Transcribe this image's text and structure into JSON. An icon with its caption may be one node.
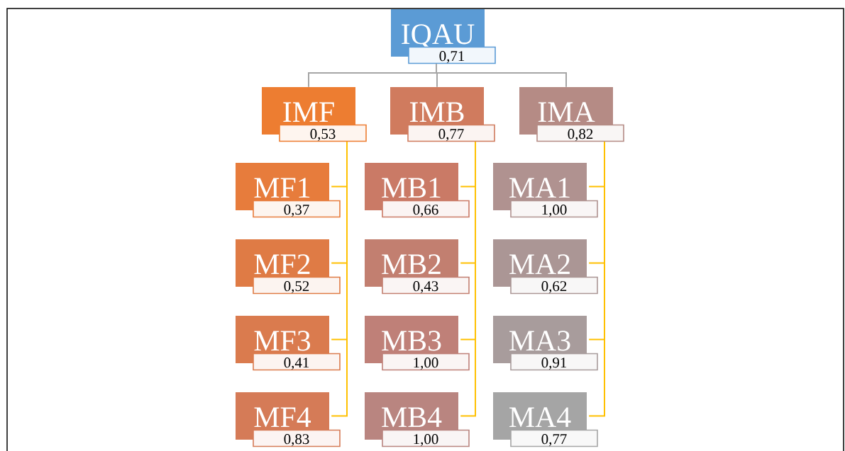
{
  "diagram": {
    "nodes": [
      {
        "text": [
          "IQAU",
          "0,71"
        ]
      },
      {
        "text": [
          "IMF",
          "0,53"
        ]
      },
      {
        "text": [
          "IMB",
          "0,77"
        ]
      },
      {
        "text": [
          "IMA",
          "0,82"
        ]
      },
      {
        "text": [
          "MF1",
          "0,37"
        ]
      },
      {
        "text": [
          "MF2",
          "0,52"
        ]
      },
      {
        "text": [
          "MF3",
          "0,41"
        ]
      },
      {
        "text": [
          "MF4",
          "0,83"
        ]
      },
      {
        "text": [
          "MB1",
          "0,66"
        ]
      },
      {
        "text": [
          "MB2",
          "0,43"
        ]
      },
      {
        "text": [
          "MB3",
          "1,00"
        ]
      },
      {
        "text": [
          "MB4",
          "1,00"
        ]
      },
      {
        "text": [
          "MA1",
          "1,00"
        ]
      },
      {
        "text": [
          "MA2",
          "0,62"
        ]
      },
      {
        "text": [
          "MA3",
          "0,91"
        ]
      },
      {
        "text": [
          "MA4",
          "0,77"
        ]
      }
    ],
    "edges": [
      {
        "from": 0,
        "to": 1,
        "arrow": "none",
        "color": "#a5a5a5"
      },
      {
        "from": 0,
        "to": 2,
        "arrow": "none",
        "color": "#a5a5a5"
      },
      {
        "from": 0,
        "to": 3,
        "arrow": "none",
        "color": "#a5a5a5"
      },
      {
        "from": 1,
        "to": 4,
        "arrow": "none"
      },
      {
        "from": 1,
        "to": 5,
        "arrow": "none"
      },
      {
        "from": 1,
        "to": 6,
        "arrow": "none"
      },
      {
        "from": 1,
        "to": 7,
        "arrow": "none"
      },
      {
        "from": 2,
        "to": 8,
        "arrow": "none"
      },
      {
        "from": 2,
        "to": 9,
        "arrow": "none"
      },
      {
        "from": 2,
        "to": 10,
        "arrow": "none"
      },
      {
        "from": 2,
        "to": 11,
        "arrow": "none"
      },
      {
        "from": 3,
        "to": 12,
        "arrow": "none"
      },
      {
        "from": 3,
        "to": 13,
        "arrow": "none"
      },
      {
        "from": 3,
        "to": 14,
        "arrow": "none"
      },
      {
        "from": 3,
        "to": 15,
        "arrow": "none"
      }
    ]
  }
}
